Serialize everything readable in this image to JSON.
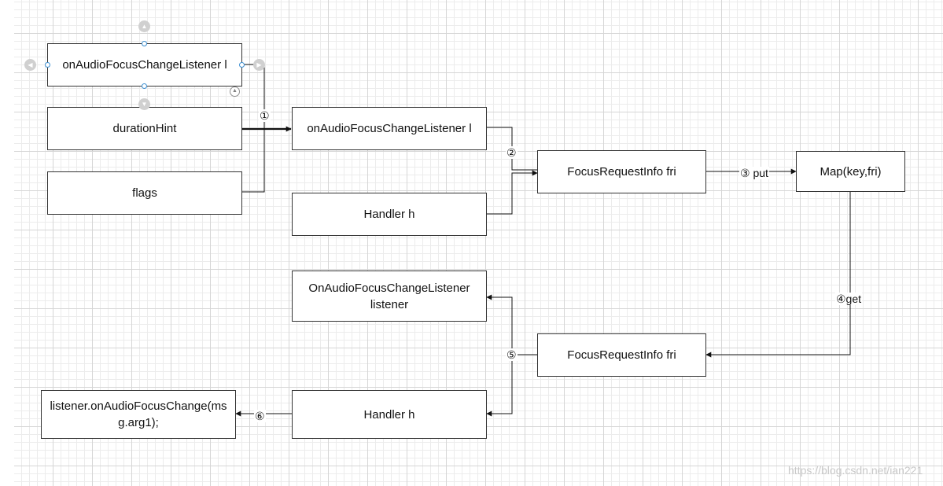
{
  "diagram": {
    "nodes": {
      "listener_param": "onAudioFocusChangeListener l",
      "duration_hint": "durationHint",
      "flags": "flags",
      "listener_field": "onAudioFocusChangeListener l",
      "handler_field": "Handler h",
      "focus_request_info_top": "FocusRequestInfo fri",
      "map": "Map(key,fri)",
      "listener_out": [
        "OnAudioFocusChangeListener",
        "listener"
      ],
      "focus_request_info_bottom": "FocusRequestInfo fri",
      "handler_out": "Handler h",
      "callback": [
        "listener.onAudioFocusChange(ms",
        "g.arg1);"
      ]
    },
    "steps": {
      "s1": "①",
      "s2": "②",
      "s3": "③ put",
      "s4": "④get",
      "s5": "⑤",
      "s6": "⑥"
    }
  },
  "watermark": "https://blog.csdn.net/ian221",
  "icons": [
    "arrow-up-nudge-icon",
    "arrow-down-nudge-icon",
    "arrow-left-nudge-icon",
    "arrow-right-nudge-icon",
    "rotate-icon"
  ],
  "colors": {
    "line": "#111111",
    "node_border": "#333333",
    "grid_major": "#d6d6d6",
    "grid_minor": "#ececec",
    "selection_handle": "#3d8fd1"
  }
}
